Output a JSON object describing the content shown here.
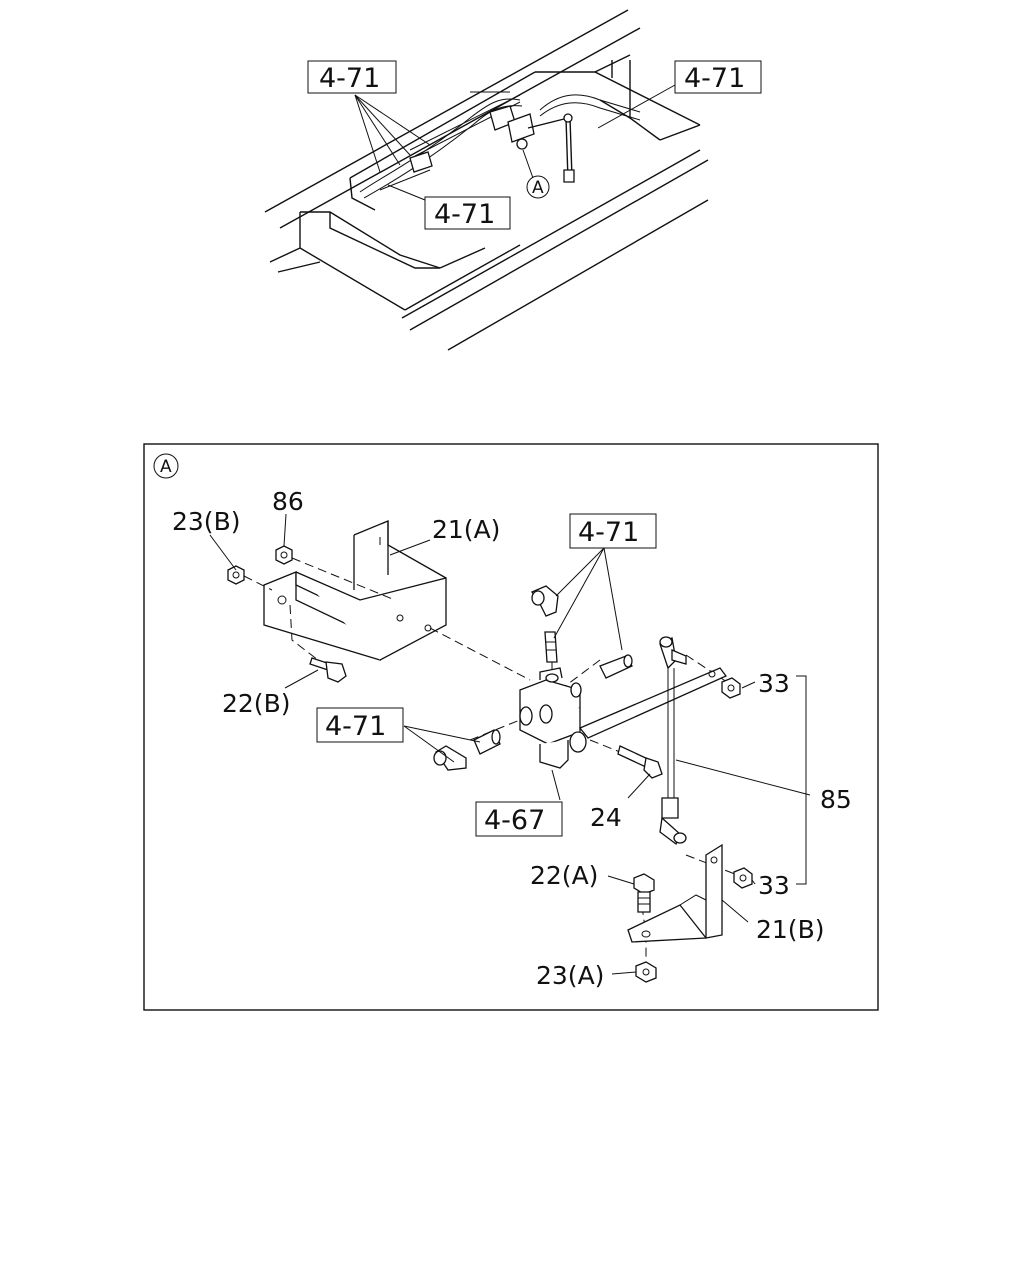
{
  "overview": {
    "refs": [
      "4-71",
      "4-71",
      "4-71"
    ],
    "detail_marker": "A"
  },
  "detail": {
    "marker": "A",
    "labels": {
      "l23b": "23(B)",
      "l86": "86",
      "l21a": "21(A)",
      "l22b": "22(B)",
      "l33a": "33",
      "l85": "85",
      "l24": "24",
      "l22a": "22(A)",
      "l33b": "33",
      "l21b": "21(B)",
      "l23a": "23(A)"
    },
    "refs": {
      "r_top": "4-71",
      "r_left": "4-71",
      "r_bottom": "4-67"
    }
  }
}
